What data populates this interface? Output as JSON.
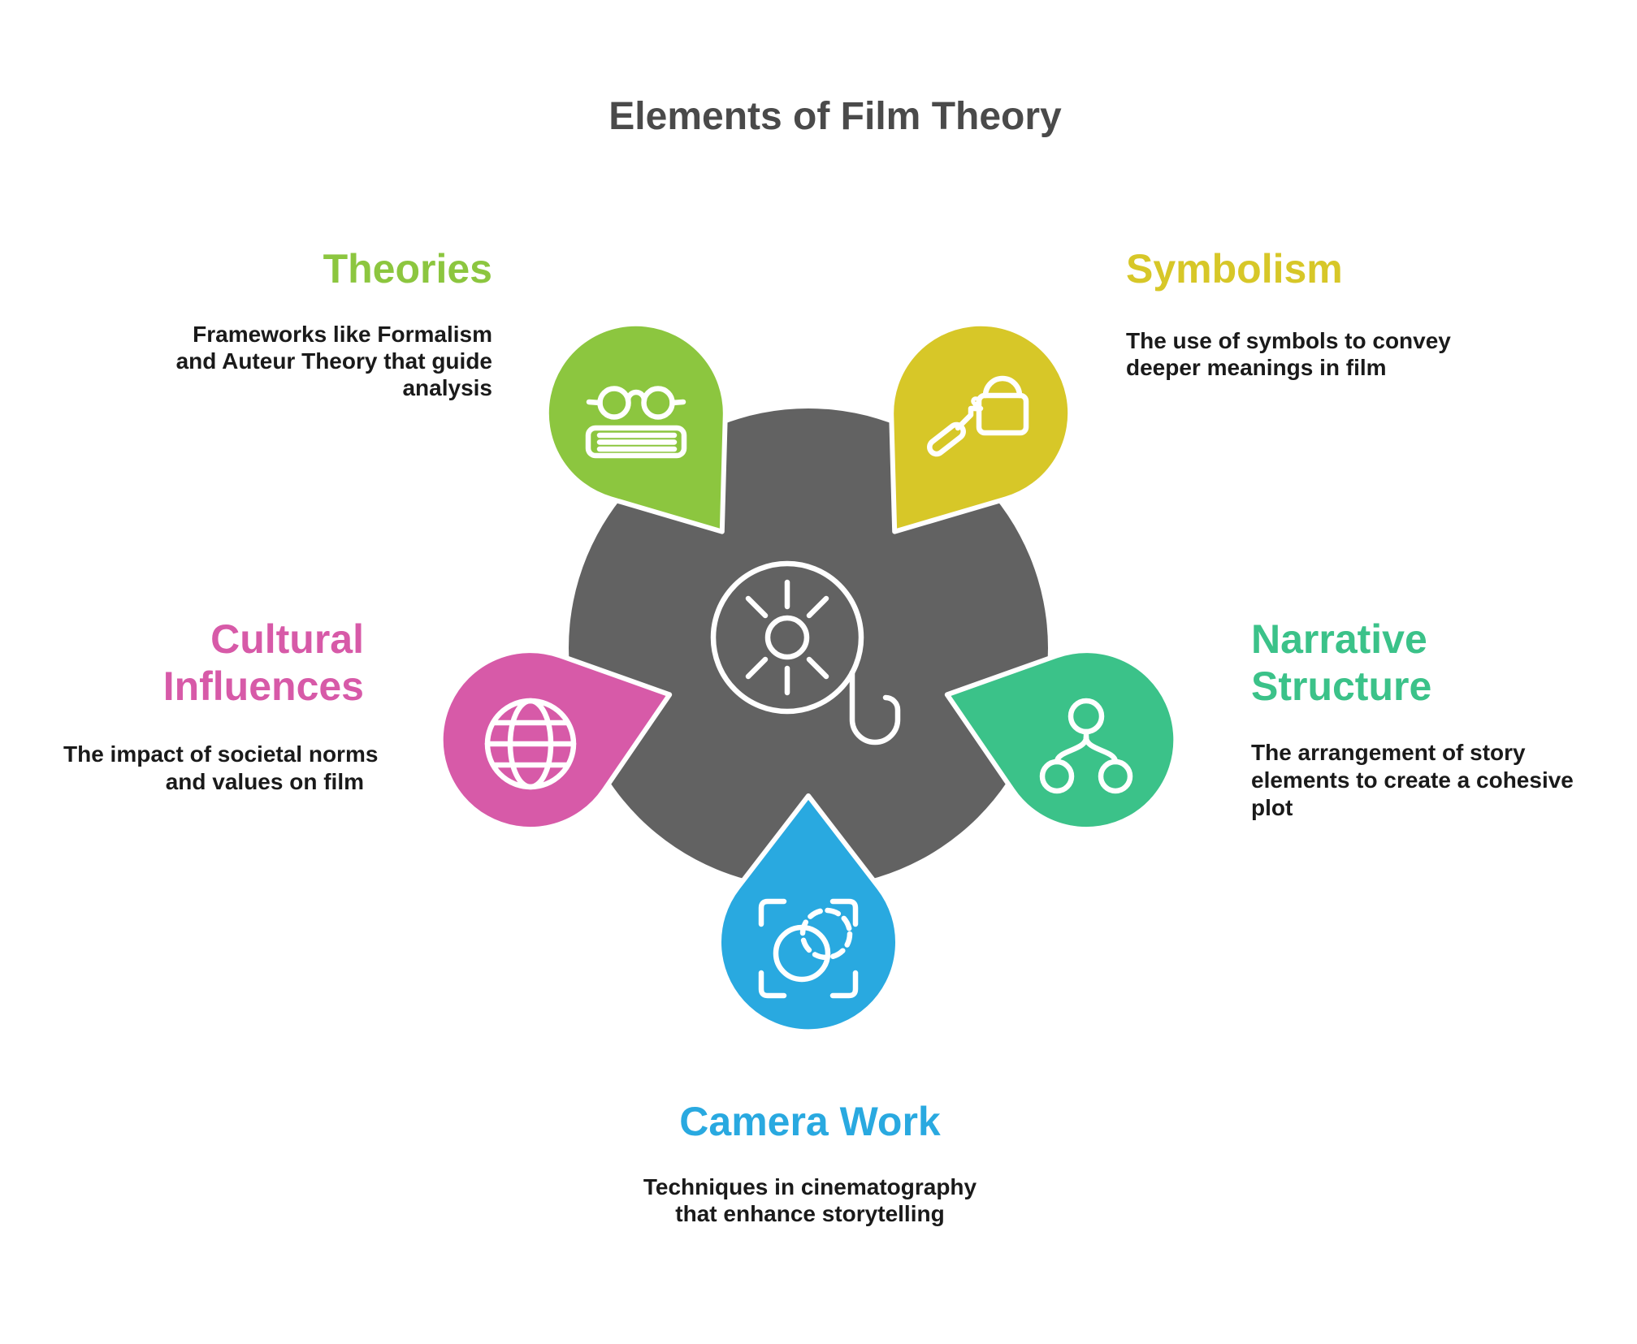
{
  "title": {
    "text": "Elements of Film Theory",
    "color": "#4A4A4A"
  },
  "body_text_color": "#1A1A1A",
  "hub": {
    "color": "#626262",
    "icon": "film-reel-icon"
  },
  "sections": [
    {
      "id": "theories",
      "label": "Theories",
      "color": "#8CC63F",
      "icon": "glasses-book-icon",
      "description": "Frameworks like Formalism and Auteur Theory that guide analysis",
      "description_lines": [
        "Frameworks like Formalism",
        "and Auteur Theory that guide",
        "analysis"
      ]
    },
    {
      "id": "symbolism",
      "label": "Symbolism",
      "color": "#D7C728",
      "icon": "lock-key-icon",
      "description": "The use of symbols to convey deeper meanings in film",
      "description_lines": [
        "The use of symbols to convey",
        "deeper meanings in film"
      ]
    },
    {
      "id": "narrative-structure",
      "label": "Narrative Structure",
      "label_lines": [
        "Narrative",
        "Structure"
      ],
      "color": "#3BC289",
      "icon": "hierarchy-icon",
      "description": "The arrangement of story elements to create a cohesive plot",
      "description_lines": [
        "The arrangement of story",
        "elements to create a cohesive",
        "plot"
      ]
    },
    {
      "id": "camera-work",
      "label": "Camera Work",
      "color": "#29A9E0",
      "icon": "focus-frame-icon",
      "description": "Techniques in cinematography that enhance storytelling",
      "description_lines": [
        "Techniques in cinematography",
        "that enhance storytelling"
      ]
    },
    {
      "id": "cultural-influences",
      "label": "Cultural Influences",
      "label_lines": [
        "Cultural",
        "Influences"
      ],
      "color": "#D75AA8",
      "icon": "globe-icon",
      "description": "The impact of societal norms and values on film",
      "description_lines": [
        "The impact of societal norms",
        "and values on film"
      ]
    }
  ]
}
